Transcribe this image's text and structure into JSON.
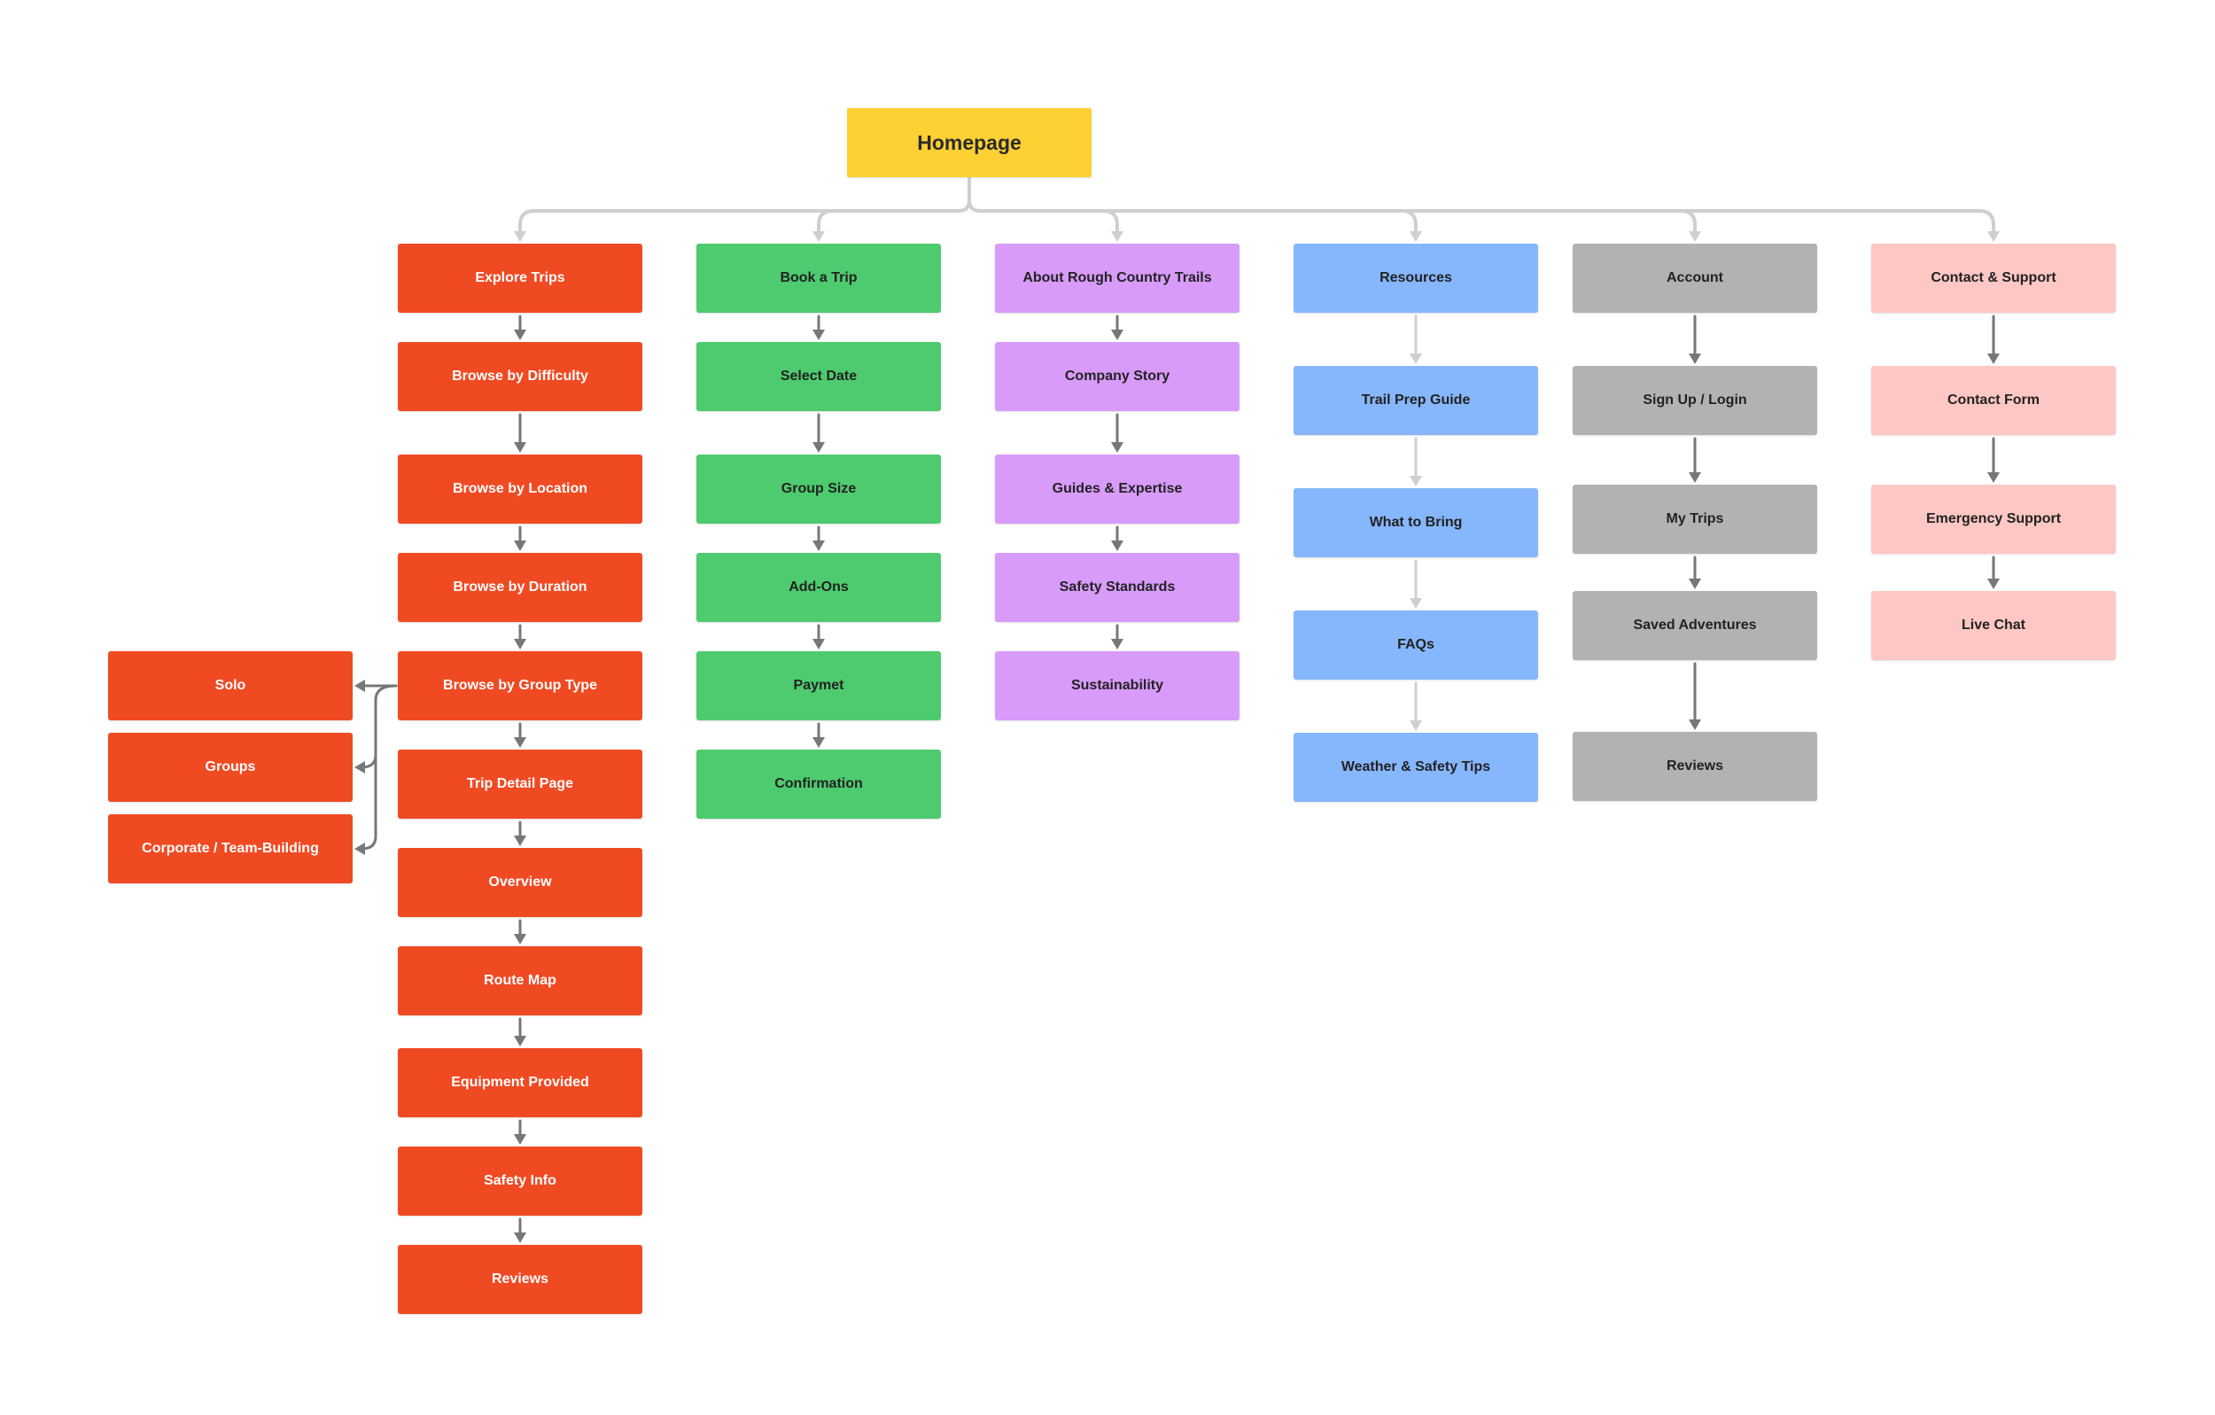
{
  "root": {
    "label": "Homepage",
    "color": "#FDD033"
  },
  "colors": {
    "explore": "#F04A23",
    "book": "#4DCB6E",
    "about": "#D89BFA",
    "resources": "#86B6FC",
    "account": "#B2B2B2",
    "contact": "#FDC7C3",
    "connector_dark": "#777777",
    "connector_light": "#CFCFCF"
  },
  "explore": {
    "title": "Explore Trips",
    "items": [
      "Browse by Difficulty",
      "Browse by Location",
      "Browse by Duration",
      "Browse by Group Type",
      "Trip Detail Page",
      "Overview",
      "Route Map",
      "Equipment Provided",
      "Safety Info",
      "Reviews"
    ],
    "group_types": [
      "Solo",
      "Groups",
      "Corporate / Team-Building"
    ]
  },
  "book": {
    "title": "Book a Trip",
    "items": [
      "Select Date",
      "Group Size",
      "Add-Ons",
      "Paymet",
      "Confirmation"
    ]
  },
  "about": {
    "title": "About Rough Country Trails",
    "items": [
      "Company Story",
      "Guides & Expertise",
      "Safety Standards",
      "Sustainability"
    ]
  },
  "resources": {
    "title": "Resources",
    "items": [
      "Trail Prep Guide",
      "What to Bring",
      "FAQs",
      "Weather & Safety Tips"
    ]
  },
  "account": {
    "title": "Account",
    "items": [
      "Sign Up / Login",
      "My Trips",
      "Saved Adventures",
      "Reviews"
    ]
  },
  "contact": {
    "title": "Contact & Support",
    "items": [
      "Contact Form",
      "Emergency Support",
      "Live Chat"
    ]
  }
}
